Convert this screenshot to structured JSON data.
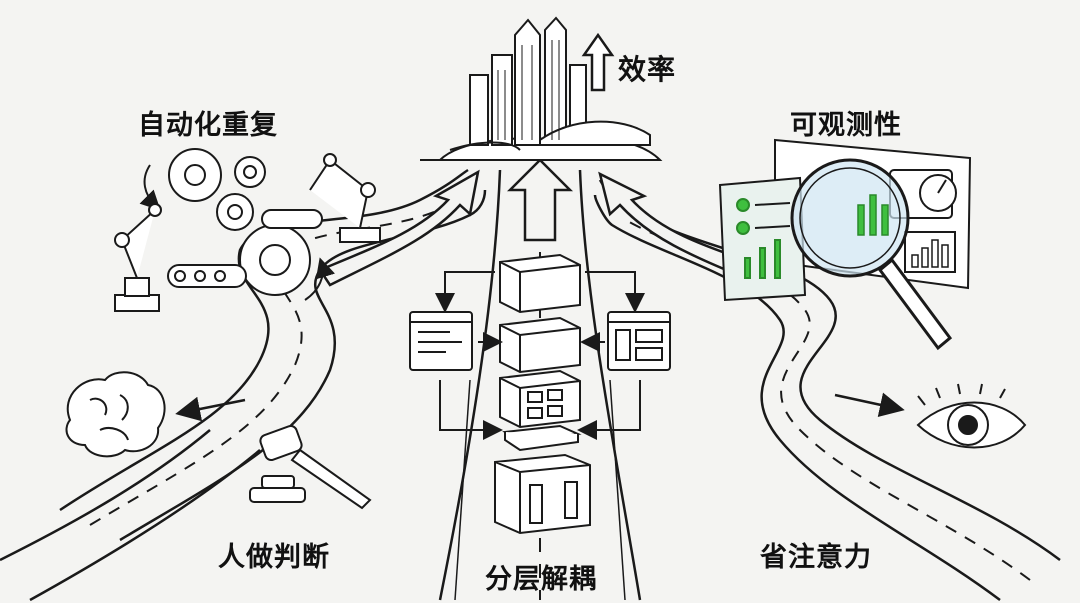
{
  "labels": {
    "efficiency": "效率",
    "automation": "自动化重复",
    "observability": "可观测性",
    "human_judgment": "人做判断",
    "decoupling": "分层解耦",
    "save_attention": "省注意力"
  },
  "colors": {
    "background": "#f4f4f2",
    "ink": "#1a1a1a",
    "highlight_green": "#3fbf3f",
    "glass_blue": "#cfe6f2"
  },
  "icons": [
    "city-skyline-icon",
    "up-arrow-icon",
    "gear-icon",
    "robot-arm-icon",
    "conveyor-icon",
    "brain-icon",
    "gavel-icon",
    "module-block-icon",
    "window-panel-icon",
    "dashboard-icon",
    "magnifier-icon",
    "gauge-icon",
    "eye-icon",
    "road-icon"
  ]
}
